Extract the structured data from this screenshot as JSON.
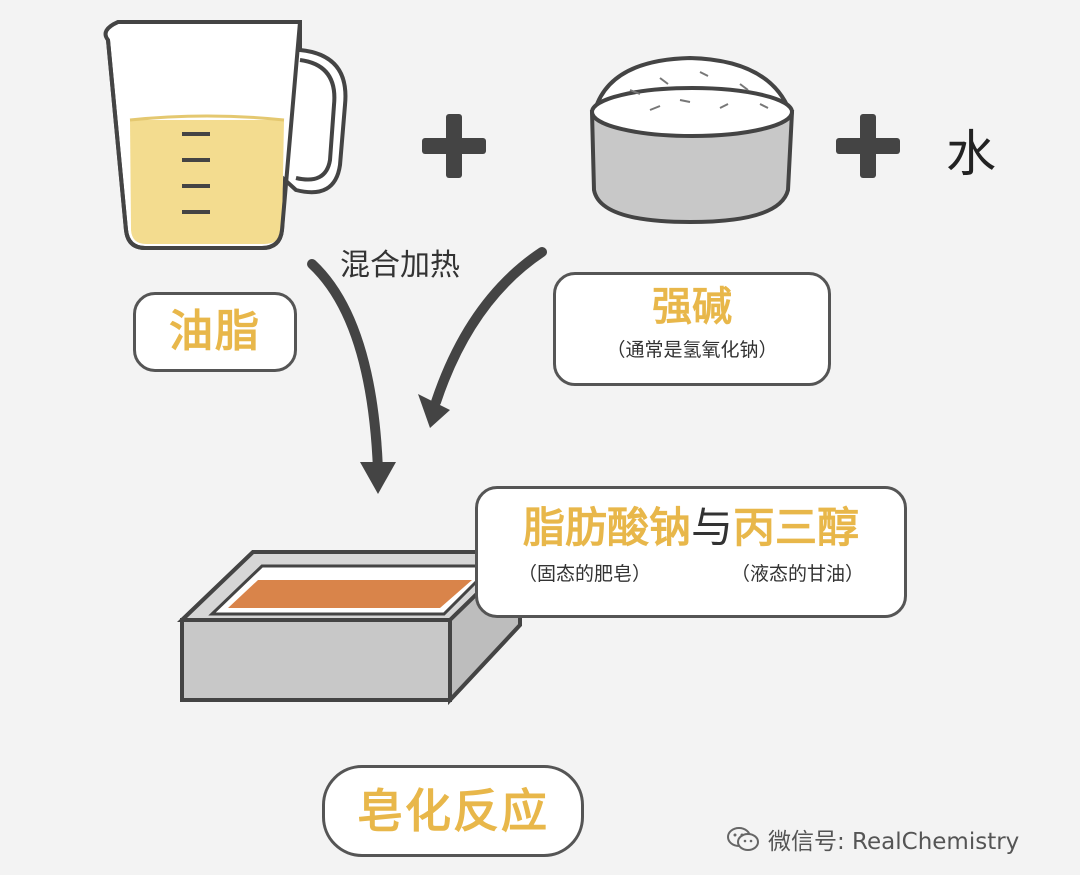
{
  "ingredients": {
    "oil_label": "油脂",
    "alkali_label": "强碱",
    "alkali_note": "（通常是氢氧化钠）",
    "water_label": "水"
  },
  "process": {
    "step_label": "混合加热"
  },
  "products": {
    "soap_name": "脂肪酸钠",
    "connector": "与",
    "glycerol_name": "丙三醇",
    "soap_note": "（固态的肥皂）",
    "glycerol_note": "（液态的甘油）"
  },
  "reaction": {
    "name": "皂化反应"
  },
  "watermark": {
    "text": "微信号: RealChemistry",
    "icon": "wechat-icon"
  },
  "colors": {
    "accent_gold": "#e8b74a",
    "oil_fill": "#f3dc8f",
    "soap_fill": "#d9844a",
    "gray_box": "#c8c8c8"
  }
}
